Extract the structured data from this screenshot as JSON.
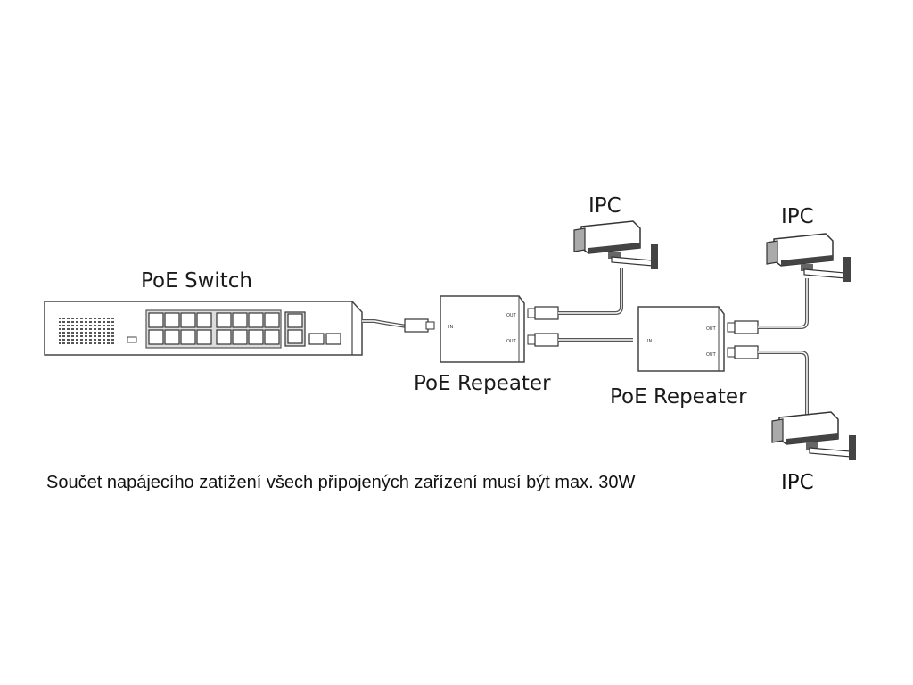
{
  "labels": {
    "switch": "PoE Switch",
    "repeater1": "PoE Repeater",
    "repeater2": "PoE Repeater",
    "ipc_top1": "IPC",
    "ipc_top2": "IPC",
    "ipc_bottom": "IPC"
  },
  "ports": {
    "in": "IN",
    "out": "OUT"
  },
  "note": "Součet napájecího zatížení všech připojených zařízení musí být max. 30W"
}
